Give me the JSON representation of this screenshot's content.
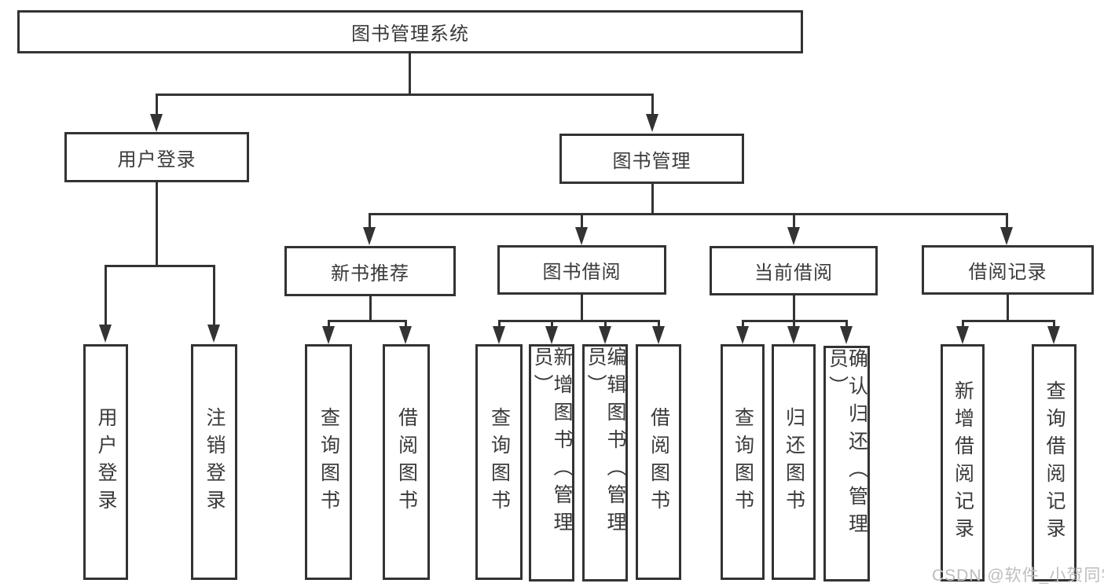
{
  "tree": {
    "root": {
      "label": "图书管理系统",
      "children": [
        {
          "label": "用户登录",
          "children": [
            {
              "label": "用户登录"
            },
            {
              "label": "注销登录"
            }
          ]
        },
        {
          "label": "图书管理",
          "children": [
            {
              "label": "新书推荐",
              "children": [
                {
                  "label": "查询图书"
                },
                {
                  "label": "借阅图书"
                }
              ]
            },
            {
              "label": "图书借阅",
              "children": [
                {
                  "label": "查询图书"
                },
                {
                  "label": "新增图书（管理员）"
                },
                {
                  "label": "编辑图书（管理员）"
                },
                {
                  "label": "借阅图书"
                }
              ]
            },
            {
              "label": "当前借阅",
              "children": [
                {
                  "label": "查询图书"
                },
                {
                  "label": "归还图书"
                },
                {
                  "label": "确认归还（管理员）"
                }
              ]
            },
            {
              "label": "借阅记录",
              "children": [
                {
                  "label": "新增借阅记录"
                },
                {
                  "label": "查询借阅记录"
                }
              ]
            }
          ]
        }
      ]
    }
  },
  "watermark": {
    "text": "CSDN @软件_小贺同学",
    "color": "#bdbdbd"
  },
  "colors": {
    "line": "#333333",
    "text": "#3a3a3a",
    "background": "#ffffff"
  }
}
